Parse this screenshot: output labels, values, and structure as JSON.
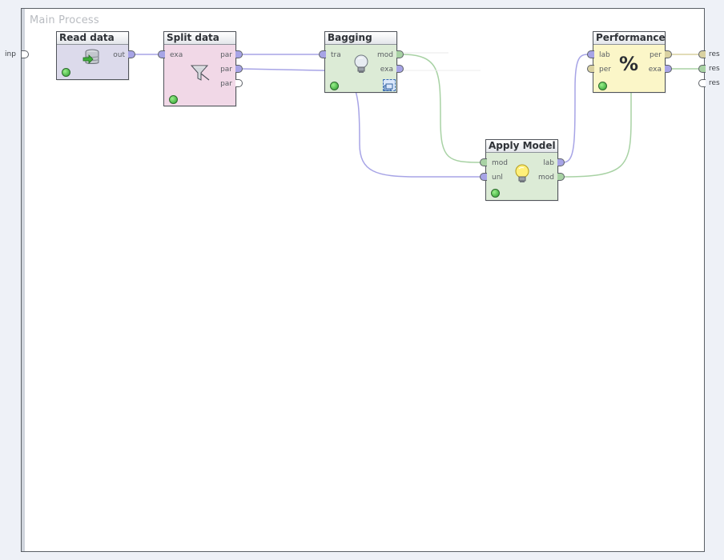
{
  "process": {
    "title": "Main Process"
  },
  "colors": {
    "data_port": "#a7a4e6",
    "model_port": "#a8d2a4",
    "perf_port": "#d9d1a1",
    "read_bg": "#dcdaeb",
    "split_bg": "#f1d8e7",
    "bagging_bg": "#dcebd6",
    "apply_bg": "#dcebd6",
    "perf_bg": "#fbf6c8"
  },
  "outer_ports": {
    "left": [
      "inp"
    ],
    "right": [
      "res",
      "res",
      "res"
    ]
  },
  "operators": {
    "read_data": {
      "title": "Read data",
      "ports_out": [
        "out"
      ],
      "icon": "database-icon"
    },
    "split_data": {
      "title": "Split data",
      "ports_in": [
        "exa"
      ],
      "ports_out": [
        "par",
        "par",
        "par"
      ],
      "icon": "funnel-icon"
    },
    "bagging": {
      "title": "Bagging",
      "ports_in": [
        "tra"
      ],
      "ports_out": [
        "mod",
        "exa"
      ],
      "icon": "lightbulb-icon",
      "subprocess_icon": "subprocess-icon"
    },
    "apply_model": {
      "title": "Apply Model",
      "ports_in": [
        "mod",
        "unl"
      ],
      "ports_out": [
        "lab",
        "mod"
      ],
      "icon": "lightbulb-lit-icon"
    },
    "performance": {
      "title": "Performance",
      "ports_in": [
        "lab",
        "per"
      ],
      "ports_out": [
        "per",
        "exa"
      ],
      "icon": "percent-icon"
    }
  }
}
